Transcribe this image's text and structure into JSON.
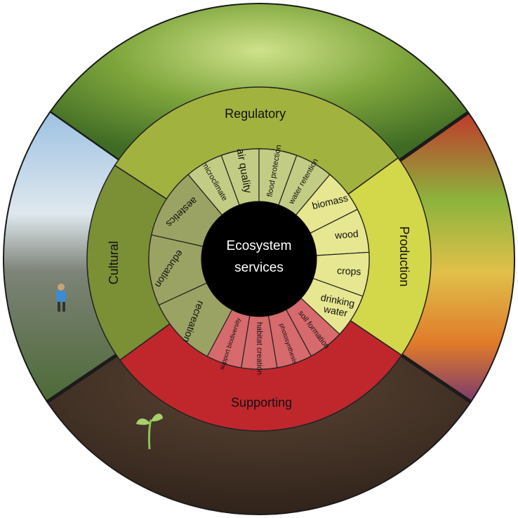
{
  "center": {
    "line1": "Ecosystem",
    "line2": "services"
  },
  "categories": [
    {
      "id": "regulatory",
      "label": "Regulatory",
      "color": "#a2b23e",
      "sub_color": "#c2cc84",
      "photo": "tree-canopy",
      "items": [
        {
          "label": "microclimate",
          "size": "small"
        },
        {
          "label": "air quality",
          "size": "large"
        },
        {
          "label": "flood protection",
          "size": "small"
        },
        {
          "label": "water retention",
          "size": "small"
        }
      ]
    },
    {
      "id": "production",
      "label": "Production",
      "color": "#d3d74a",
      "sub_color": "#e6e790",
      "photo": "vegetables",
      "items": [
        {
          "label": "biomass"
        },
        {
          "label": "wood"
        },
        {
          "label": "crops"
        },
        {
          "label": "drinking water"
        }
      ]
    },
    {
      "id": "supporting",
      "label": "Supporting",
      "color": "#c0272d",
      "sub_color": "#d66a6c",
      "photo": "soil-with-seedling",
      "items": [
        {
          "label": "support biodiversity",
          "size": "tiny"
        },
        {
          "label": "habitat creation",
          "size": "small"
        },
        {
          "label": "photosynthesis",
          "size": "tiny"
        },
        {
          "label": "soil formation",
          "size": "small"
        }
      ]
    },
    {
      "id": "cultural",
      "label": "Cultural",
      "color": "#7b8f35",
      "sub_color": "#9aa363",
      "photo": "mountain-hiker",
      "items": [
        {
          "label": "recreation"
        },
        {
          "label": "education"
        },
        {
          "label": "aestetics"
        }
      ]
    }
  ]
}
